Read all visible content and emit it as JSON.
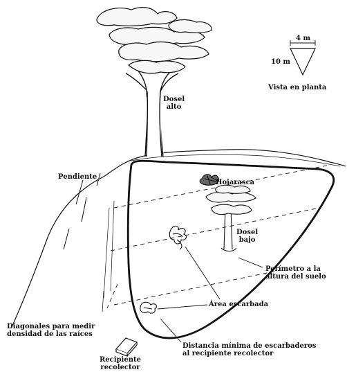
{
  "colors": {
    "ink": "#111111",
    "paper": "#ffffff",
    "sky_cloud": "#f7f7f7"
  },
  "scale": {
    "width_label": "4 m",
    "height_label": "10 m",
    "caption": "Vista en planta"
  },
  "labels": {
    "dosel_alto": [
      "Dosel",
      "alto"
    ],
    "pendiente": "Pendiente",
    "hojarasca": "Hojarasca",
    "dosel_bajo": [
      "Dosel",
      "bajo"
    ],
    "perimetro": [
      "Perímetro a la",
      "altura del suelo"
    ],
    "area_escarbada": "Área escarbada",
    "diagonales": [
      "Diagonales para medir",
      "densidad de las raíces"
    ],
    "distancia": [
      "Distancia mínima de escarbaderos",
      "al recipiente recolector"
    ],
    "recipiente": [
      "Recipiente",
      "recolector"
    ]
  }
}
